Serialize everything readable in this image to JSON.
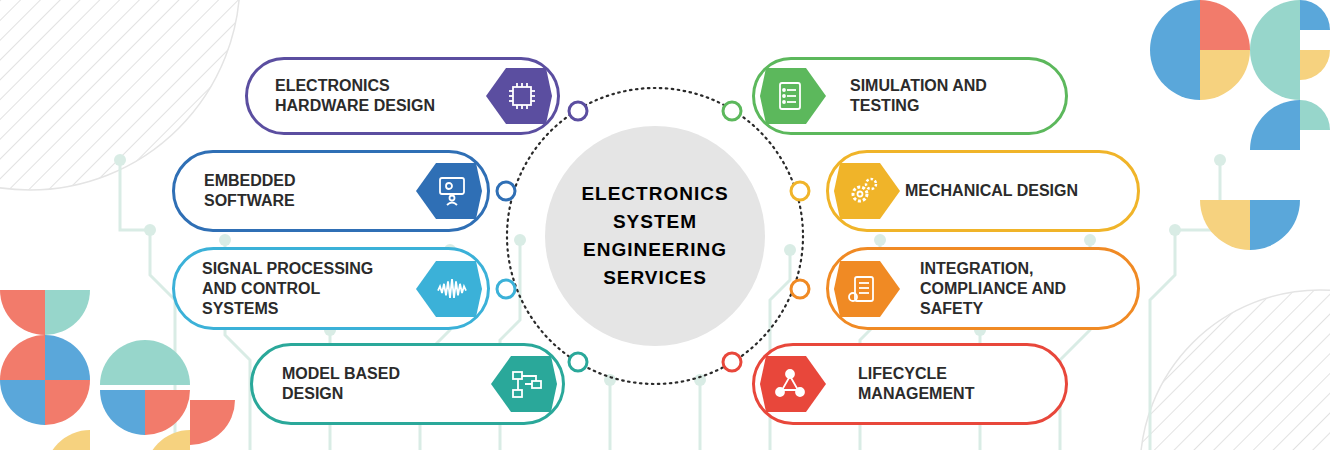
{
  "diagram": {
    "nodes": [
      {
        "text": [
          "ELECTRONICS SYSTEM ENGINEERING SERVICES"
        ]
      },
      {
        "text": [
          "ELECTRONICS HARDWARE DESIGN"
        ]
      },
      {
        "text": [
          "SIMULATION AND TESTING"
        ]
      },
      {
        "text": [
          "EMBEDDED SOFTWARE"
        ]
      },
      {
        "text": [
          "MECHANICAL DESIGN"
        ]
      },
      {
        "text": [
          "SIGNAL PROCESSING AND CONTROL SYSTEMS"
        ]
      },
      {
        "text": [
          "INTEGRATION, COMPLIANCE AND SAFETY"
        ]
      },
      {
        "text": [
          "MODEL BASED DESIGN"
        ]
      },
      {
        "text": [
          "LIFECYCLE MANAGEMENT"
        ]
      }
    ]
  }
}
